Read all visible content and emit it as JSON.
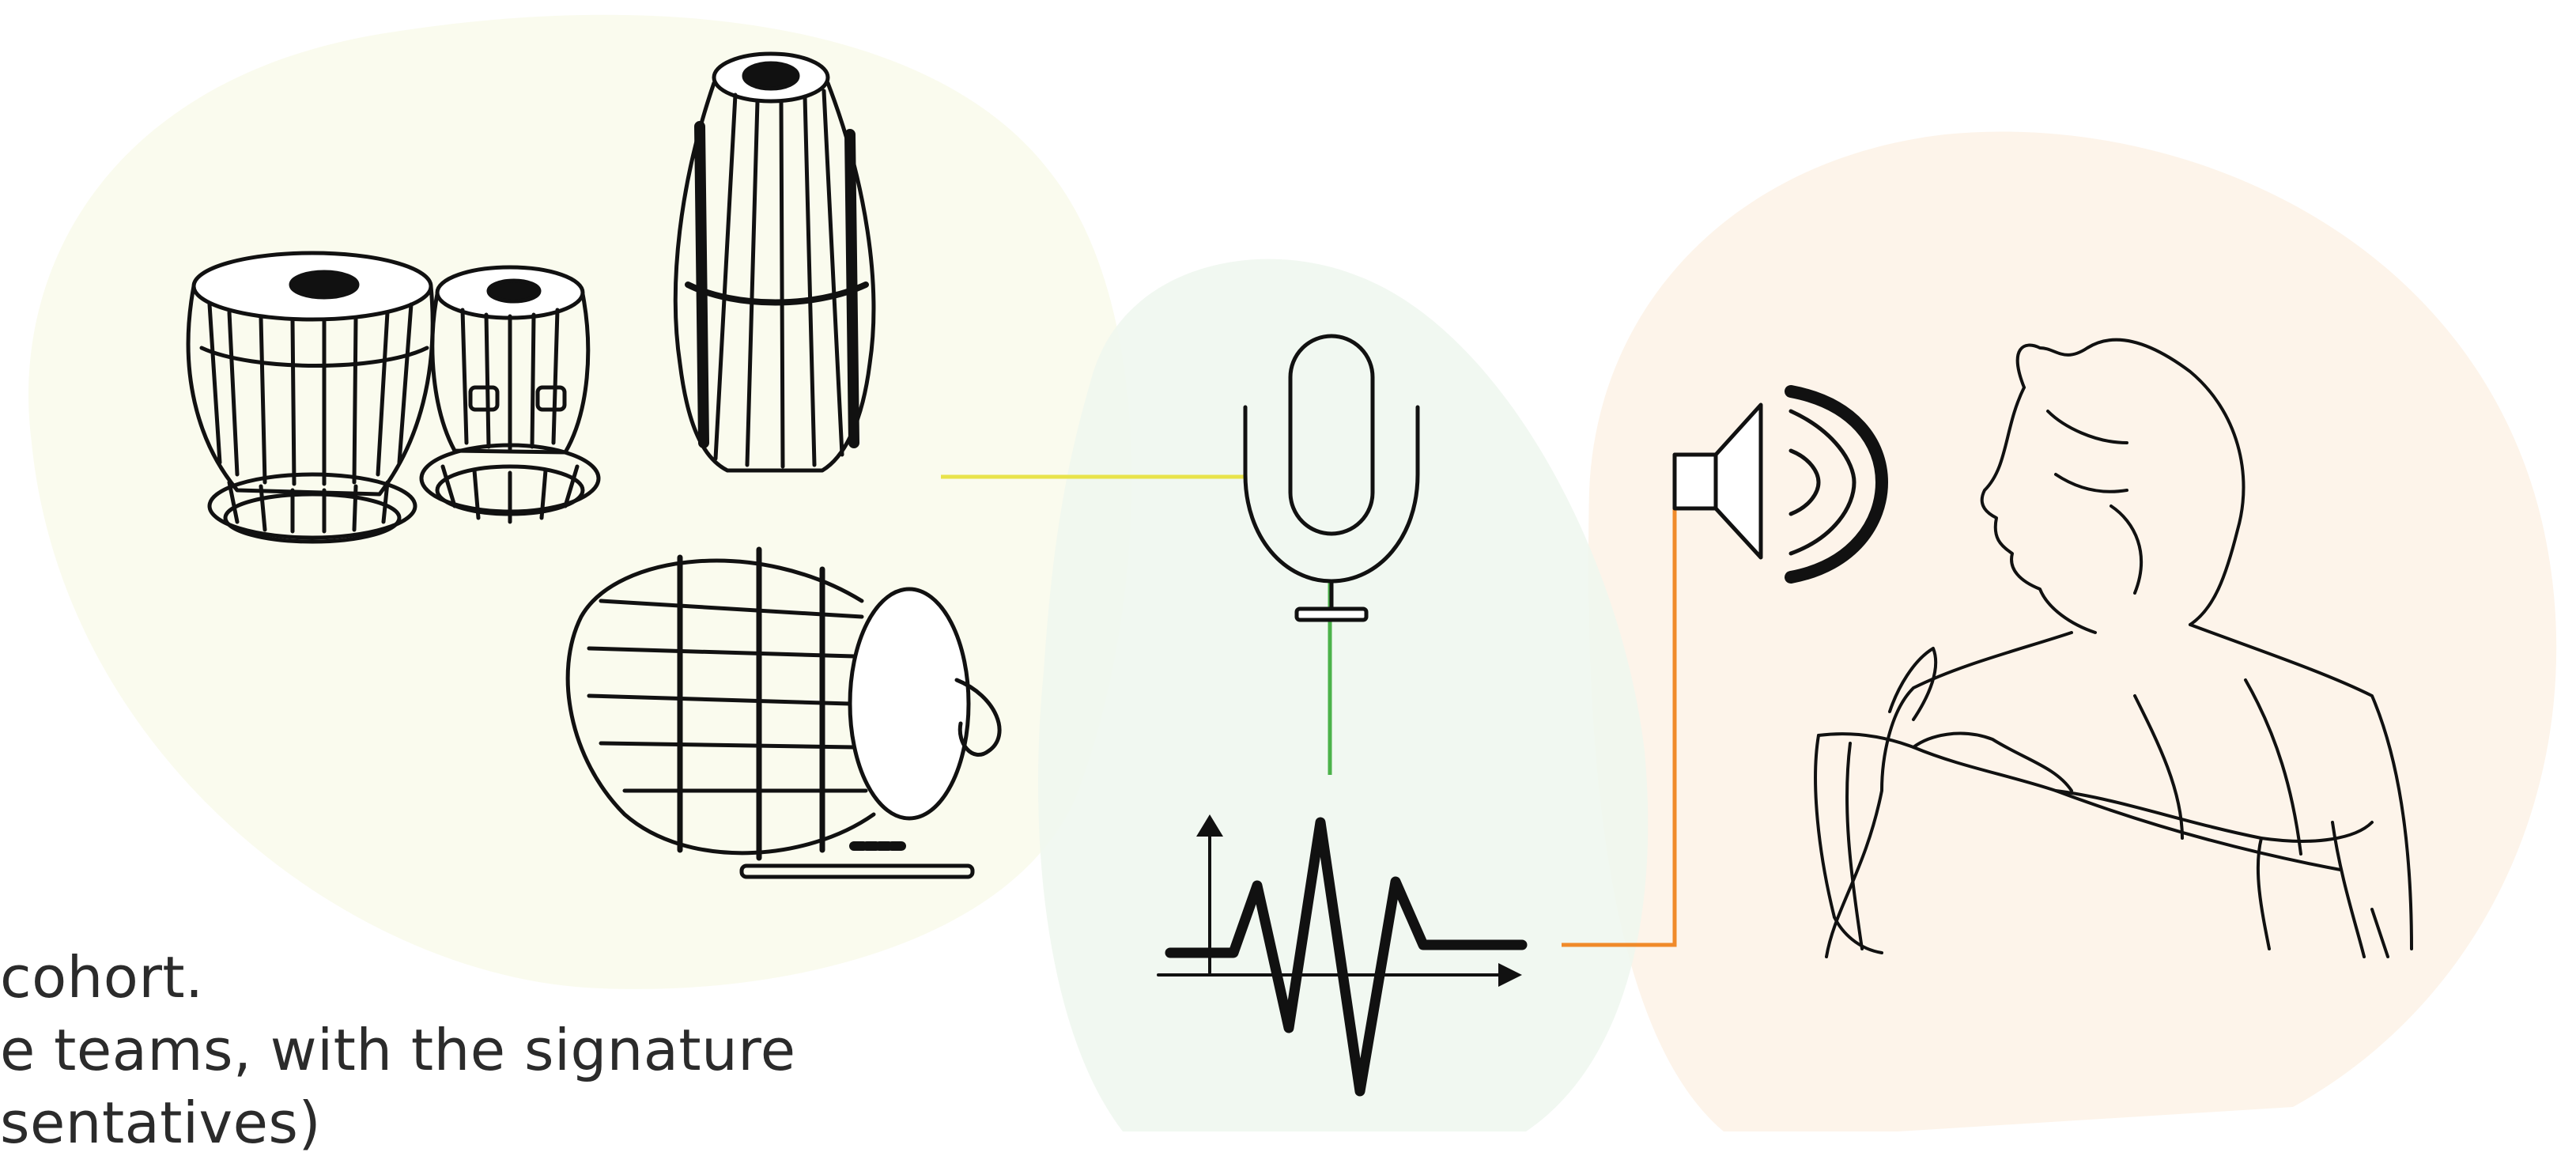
{
  "caption_lines": [
    "cohort.",
    "e teams, with the signature",
    "sentatives)"
  ],
  "colors": {
    "blob_instruments": "#fafbee",
    "blob_recording": "#eef7ef",
    "blob_listener": "#fdf4ea",
    "connector_instrument_to_mic": "#e8e34a",
    "connector_mic_to_signal": "#4cb24a",
    "connector_signal_to_speaker": "#f08a2a",
    "ink": "#111111"
  },
  "icons": {
    "instruments": "tabla-mridangam-drums-illustration",
    "microphone": "microphone-icon",
    "waveform": "waveform-icon",
    "speaker": "speaker-icon",
    "listener": "elderly-listener-illustration"
  }
}
